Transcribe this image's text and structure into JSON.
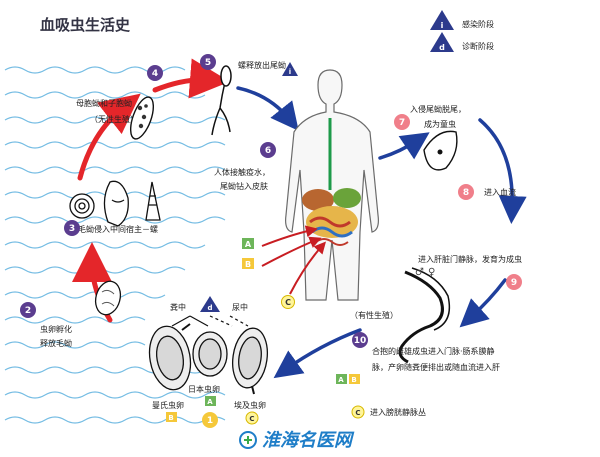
{
  "title": "血吸虫生活史",
  "legend": {
    "infect": {
      "symbol": "i",
      "label": "感染阶段"
    },
    "diagnose": {
      "symbol": "d",
      "label": "诊断阶段"
    }
  },
  "steps": {
    "s1": "1",
    "s2": "2",
    "s3": "3",
    "s4": "4",
    "s5": "5",
    "s6": "6",
    "s7": "7",
    "s8": "8",
    "s9": "9",
    "s10": "10"
  },
  "labels": {
    "mother_sporocyst": "母胞蚴和子胞蚴",
    "asexual": "（无性生殖）",
    "cercaria_release": "螺释放出尾蚴",
    "human_contact": "人体接触疫水，",
    "tail_enter_skin": "尾蚴钻入皮肤",
    "invade_shed": "入侵尾蚴脱尾，",
    "become_schistosomula": "成为童虫",
    "enter_blood": "进入血流",
    "portal_adult": "进入肝脏门静脉，发育为成虫",
    "sexual": "（有性生殖）",
    "miracidium_snail": "毛蚴侵入中间宿主－螺",
    "egg_hatch": "虫卵孵化",
    "release_miracidium": "释放毛蚴",
    "feces": "粪中",
    "urine": "尿中",
    "mansoni_egg": "曼氏虫卵",
    "japonicum_egg": "日本虫卵",
    "haematobium_egg": "埃及虫卵",
    "pair_line1": "合抱的雌雄成虫进入门脉·肠系膜静",
    "pair_line2": "脉，产卵随粪便排出或随血流进入肝",
    "bladder_plexus": "进入膀胱静脉丛",
    "female_symbol": "♀",
    "male_symbol": "♂"
  },
  "route_tags": {
    "A": "A",
    "B": "B",
    "C": "C"
  },
  "watermark": "淮海名医网",
  "colors": {
    "red_arrow": "#e4262a",
    "blue_arrow": "#1f3f9c",
    "purple_badge": "#5b3d8f",
    "pink_badge": "#f07f8a",
    "tag_a": "#6db55a",
    "tag_b": "#f5c83a",
    "water": "#5fb2df",
    "watermark": "#1f7ec8"
  }
}
